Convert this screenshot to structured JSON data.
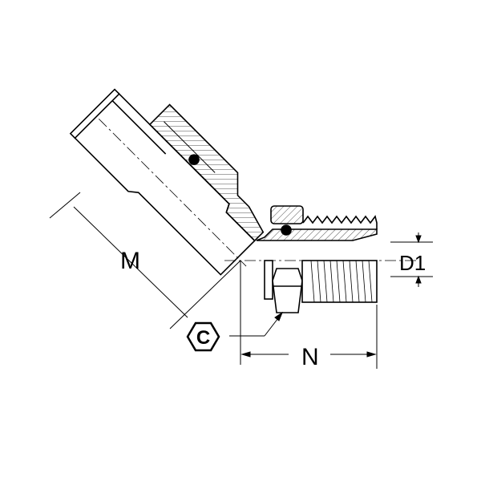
{
  "drawing": {
    "labels": {
      "m": "M",
      "c": "C",
      "n": "N",
      "d1": "D1"
    },
    "colors": {
      "line": "#000000",
      "background": "#ffffff"
    }
  }
}
